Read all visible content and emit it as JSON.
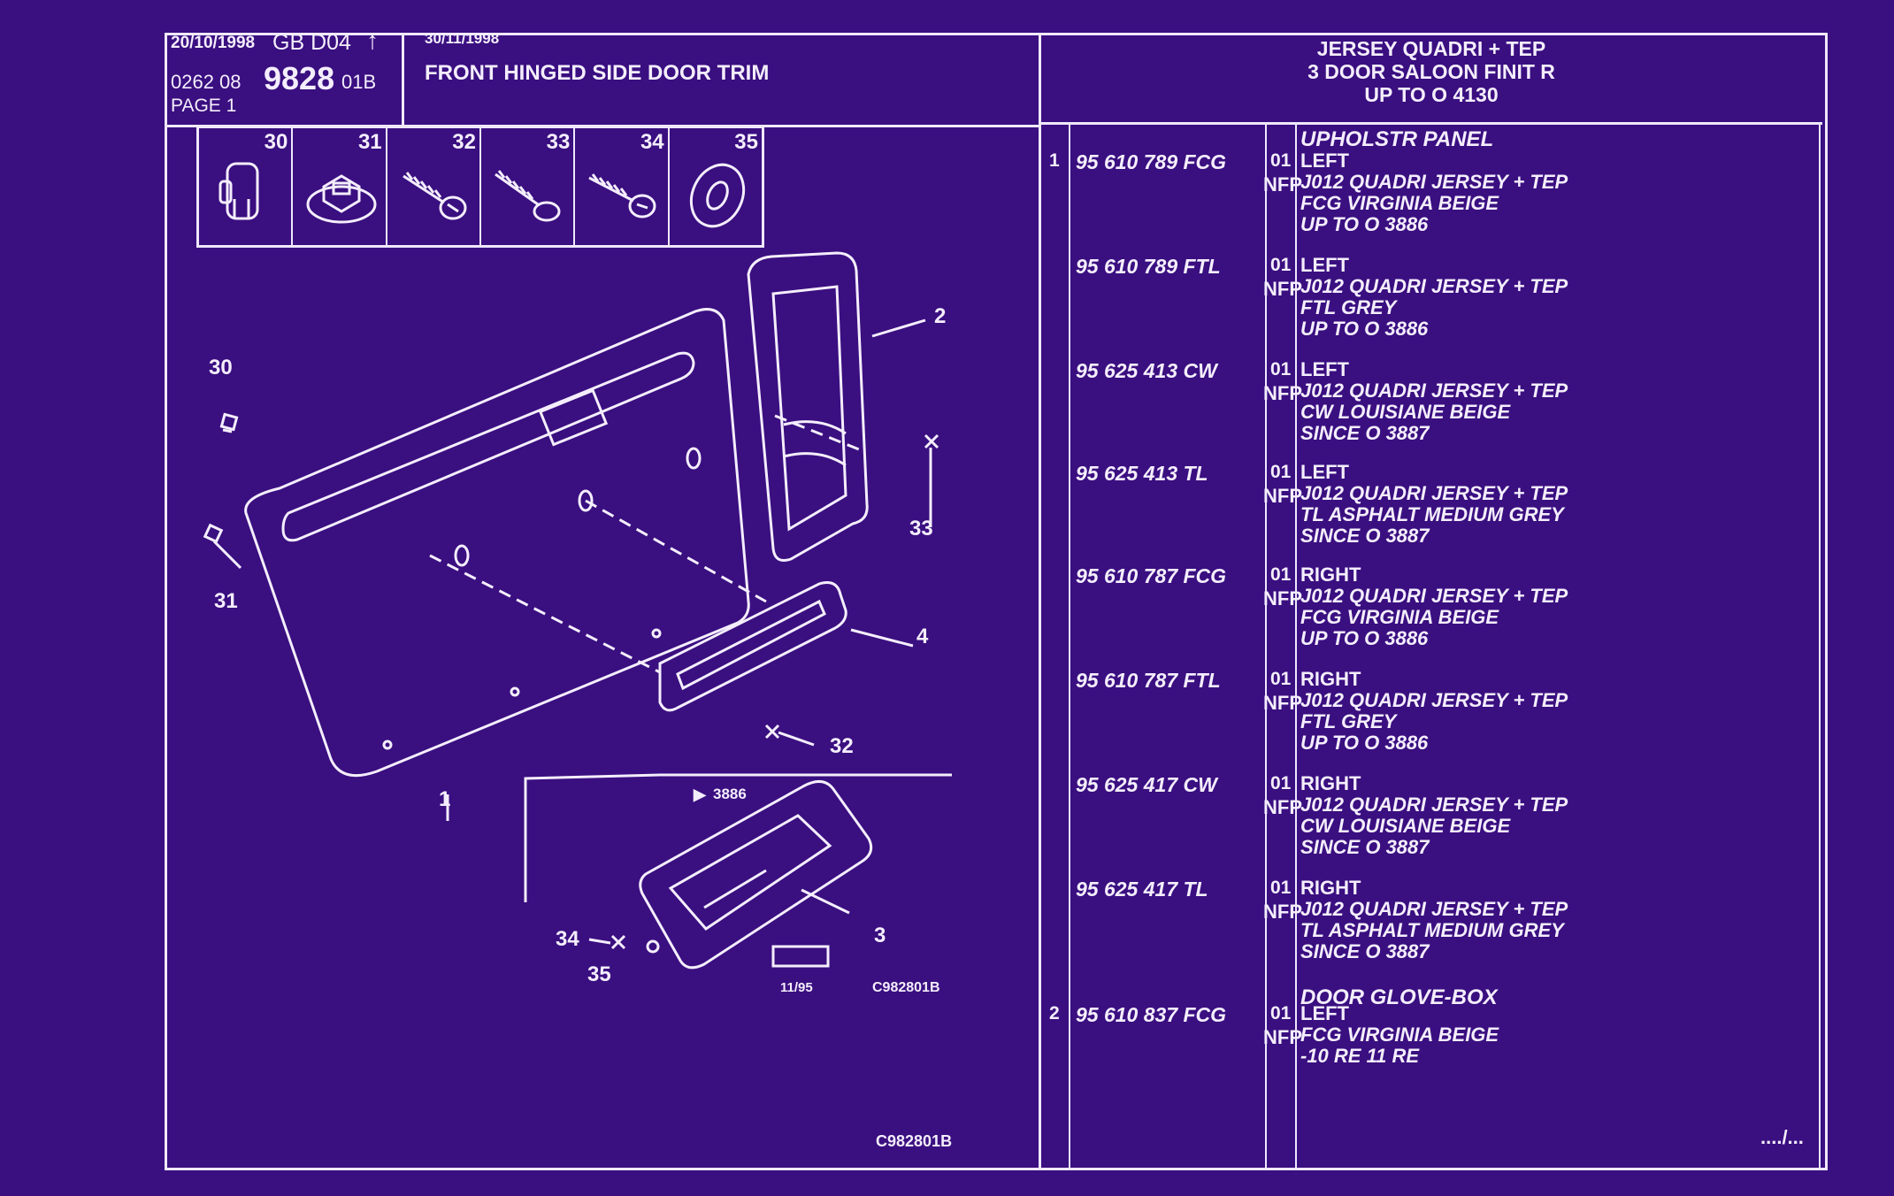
{
  "header": {
    "date": "20/10/1998",
    "gb_code": "GB D04",
    "arrow": "↑",
    "ref_prefix": "0262 08",
    "ref_main": "9828",
    "ref_suffix": "01B",
    "page": "PAGE 1",
    "date2": "30/11/1998",
    "title": "FRONT HINGED SIDE DOOR TRIM",
    "model_line1": "JERSEY QUADRI + TEP",
    "model_line2": "3 DOOR SALOON FINIT R",
    "model_line3": "UP TO O 4130"
  },
  "ref_parts": [
    "30",
    "31",
    "32",
    "33",
    "34",
    "35"
  ],
  "diagram": {
    "callouts": [
      "1",
      "2",
      "3",
      "4",
      "30",
      "31",
      "32",
      "33",
      "34",
      "35"
    ],
    "marker": "3886",
    "stamp": "11/95",
    "inset_code": "C982801B",
    "bottom_code": "C982801B"
  },
  "parts_list": {
    "section1_title": "UPHOLSTR PANEL",
    "section2_title": "DOOR GLOVE-BOX",
    "rows": [
      {
        "item": "1",
        "part": "95 610 789 FCG",
        "nfp": "NFP",
        "qty": "01",
        "side": "LEFT",
        "lines": [
          "J012 QUADRI JERSEY + TEP",
          "FCG VIRGINIA BEIGE",
          "UP TO O 3886"
        ]
      },
      {
        "item": "",
        "part": "95 610 789 FTL",
        "nfp": "NFP",
        "qty": "01",
        "side": "LEFT",
        "lines": [
          "J012 QUADRI JERSEY + TEP",
          "FTL GREY",
          "UP TO O 3886"
        ]
      },
      {
        "item": "",
        "part": "95 625 413 CW",
        "nfp": "NFP",
        "qty": "01",
        "side": "LEFT",
        "lines": [
          "J012 QUADRI JERSEY + TEP",
          "CW LOUISIANE BEIGE",
          "SINCE O 3887"
        ]
      },
      {
        "item": "",
        "part": "95 625 413 TL",
        "nfp": "NFP",
        "qty": "01",
        "side": "LEFT",
        "lines": [
          "J012 QUADRI JERSEY + TEP",
          "TL ASPHALT MEDIUM GREY",
          "SINCE O 3887"
        ]
      },
      {
        "item": "",
        "part": "95 610 787 FCG",
        "nfp": "NFP",
        "qty": "01",
        "side": "RIGHT",
        "lines": [
          "J012 QUADRI JERSEY + TEP",
          "FCG VIRGINIA BEIGE",
          "UP TO O 3886"
        ]
      },
      {
        "item": "",
        "part": "95 610 787 FTL",
        "nfp": "NFP",
        "qty": "01",
        "side": "RIGHT",
        "lines": [
          "J012 QUADRI JERSEY + TEP",
          "FTL GREY",
          "UP TO O 3886"
        ]
      },
      {
        "item": "",
        "part": "95 625 417 CW",
        "nfp": "NFP",
        "qty": "01",
        "side": "RIGHT",
        "lines": [
          "J012 QUADRI JERSEY + TEP",
          "CW LOUISIANE BEIGE",
          "SINCE O 3887"
        ]
      },
      {
        "item": "",
        "part": "95 625 417 TL",
        "nfp": "NFP",
        "qty": "01",
        "side": "RIGHT",
        "lines": [
          "J012 QUADRI JERSEY + TEP",
          "TL ASPHALT MEDIUM GREY",
          "SINCE O 3887"
        ]
      },
      {
        "item": "2",
        "part": "95 610 837 FCG",
        "nfp": "NFP",
        "qty": "01",
        "side": "LEFT",
        "lines": [
          "FCG VIRGINIA BEIGE",
          "-10 RE 11 RE"
        ]
      }
    ],
    "continuation": "..../..."
  },
  "colors": {
    "background": "#3a0f80",
    "ink": "#f4eefc"
  }
}
